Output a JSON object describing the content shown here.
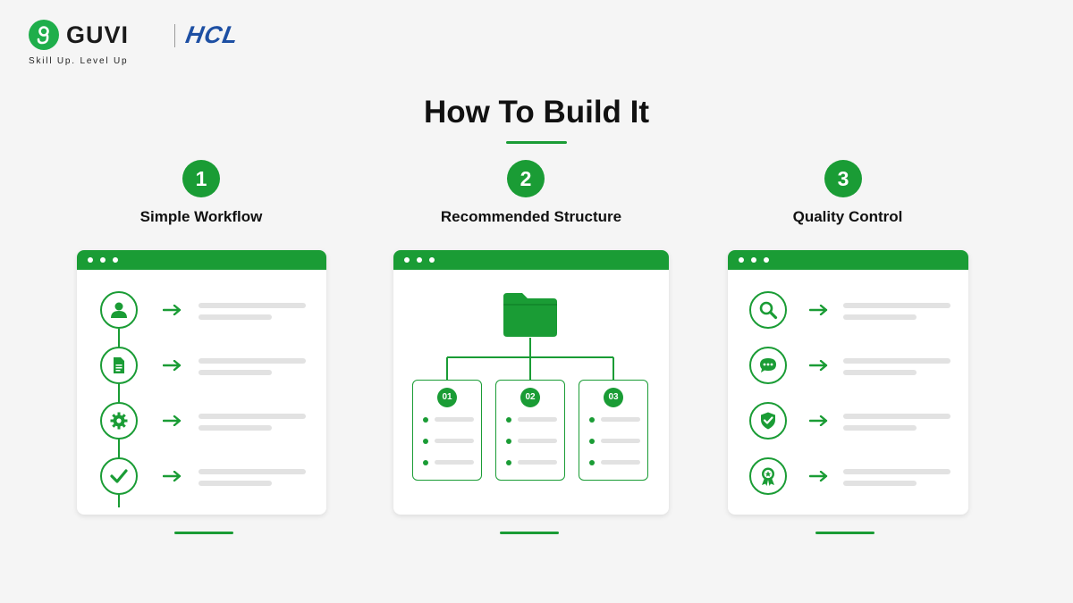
{
  "brand": {
    "name": "GUVI",
    "partner": "HCL",
    "tagline": "Skill Up. Level Up"
  },
  "title": "How To Build It",
  "colors": {
    "accent": "#1a9c35",
    "hcl_blue": "#1d4fa3",
    "placeholder_line": "#e2e2e2"
  },
  "steps": [
    {
      "number": "1",
      "title": "Simple Workflow",
      "icons": [
        "user-icon",
        "document-icon",
        "gear-icon",
        "check-icon"
      ]
    },
    {
      "number": "2",
      "title": "Recommended Structure",
      "folder_icon": "folder-icon",
      "subfolders": [
        "01",
        "02",
        "03"
      ]
    },
    {
      "number": "3",
      "title": "Quality Control",
      "icons": [
        "search-icon",
        "chat-icon",
        "shield-check-icon",
        "award-badge-icon"
      ]
    }
  ]
}
